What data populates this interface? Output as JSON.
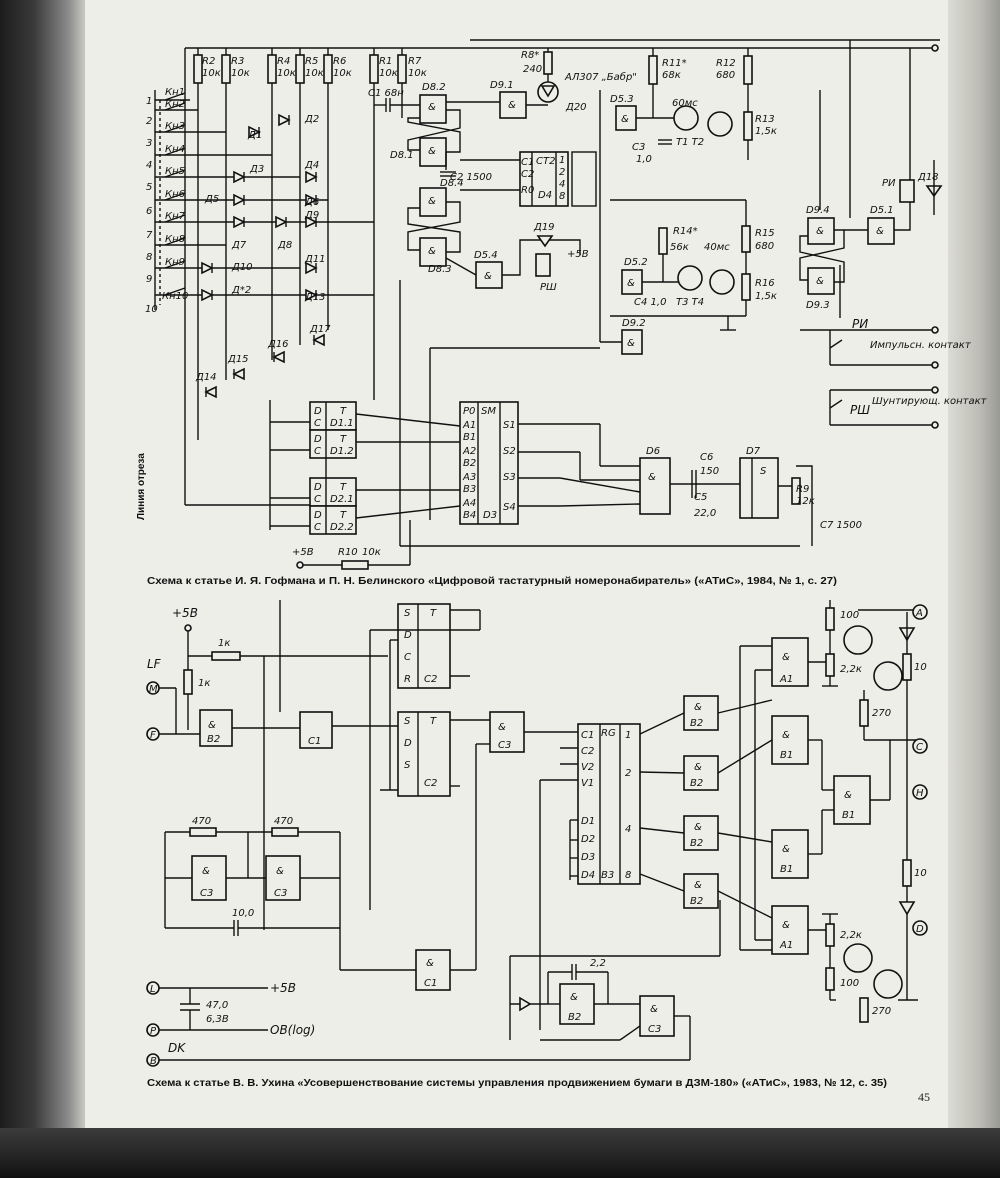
{
  "page_number": "45",
  "side_label": "Линия отреза",
  "captions": {
    "top": "Схема к статье И. Я. Гофмана и П. Н. Белинского «Цифровой тастатурный номеронабиратель» («АТиС», 1984, № 1, с. 27)",
    "bottom": "Схема к статье В. В. Ухина «Усовершенствование системы управления продвижением бумаги в ДЗМ-180» («АТиС», 1983, № 12, с. 35)"
  },
  "schematic1": {
    "resistors": [
      {
        "ref": "R2",
        "val": "10к"
      },
      {
        "ref": "R3",
        "val": "10к"
      },
      {
        "ref": "R4",
        "val": "10к"
      },
      {
        "ref": "R5",
        "val": "10к"
      },
      {
        "ref": "R6",
        "val": "10к"
      },
      {
        "ref": "R1",
        "val": "10к"
      },
      {
        "ref": "R7",
        "val": "10к"
      },
      {
        "ref": "R8*",
        "val": "240"
      },
      {
        "ref": "R11*",
        "val": "68к"
      },
      {
        "ref": "R12",
        "val": "680"
      },
      {
        "ref": "R13",
        "val": "1,5к"
      },
      {
        "ref": "R14*",
        "val": "56к"
      },
      {
        "ref": "R15",
        "val": "680"
      },
      {
        "ref": "R16",
        "val": "1,5к"
      },
      {
        "ref": "R9",
        "val": "12к"
      },
      {
        "ref": "R10",
        "val": "10к"
      }
    ],
    "keys": [
      "Кн1",
      "Кн2",
      "Кн3",
      "Кн4",
      "Кн5",
      "Кн6",
      "Кн7",
      "Кн8",
      "Кн9",
      "Кн10"
    ],
    "key_numbers": [
      "1",
      "2",
      "3",
      "4",
      "5",
      "6",
      "7",
      "8",
      "9",
      "10"
    ],
    "diodes": [
      "Д1",
      "Д2",
      "Д3",
      "Д4",
      "Д5",
      "Д6",
      "Д7",
      "Д8",
      "Д9",
      "Д10",
      "Д11",
      "Д*2",
      "Д13",
      "Д14",
      "Д15",
      "Д16",
      "Д17",
      "Д19",
      "Д18"
    ],
    "chips": {
      "d8_2": "D8.2",
      "d9_1": "D9.1",
      "d8_1": "D8.1",
      "d8_4": "D8.4",
      "d8_3": "D8.3",
      "d4": "D4",
      "ct2": "CT2",
      "d5_4": "D5.4",
      "d5_3": "D5.3",
      "d5_2": "D5.2",
      "d9_4": "D9.4",
      "d9_3": "D9.3",
      "d5_1": "D5.1",
      "d9_2": "D9.2",
      "d1_1": "D1.1",
      "d1_2": "D1.2",
      "d2_1": "D2.1",
      "d2_2": "D2.2",
      "d3": "D3",
      "sm": "SM",
      "d6": "D6",
      "d7": "D7"
    },
    "caps": {
      "c1": "С1 68н",
      "c2": "С2 1500",
      "c3": "С3",
      "c3v": "1,0",
      "c4": "С4 1,0",
      "c5": "С5",
      "c5v": "22,0",
      "c6": "С6",
      "c6v": "150",
      "c7": "С7 1500"
    },
    "led": "АЛ307 „Бабр\"",
    "led_ref": "Д20",
    "t1t2": "Т1 Т2",
    "t3t4": "Т3 Т4",
    "t_60": "60мс",
    "t_40": "40мс",
    "plus5": "+5В",
    "relay_ri": "РИ",
    "relay_rsh": "РШ",
    "pulse_contact": "Импульсн. контакт",
    "shunt_contact": "Шунтирующ. контакт",
    "adder_pins_left": [
      "A1",
      "B1",
      "A2",
      "B2",
      "A3",
      "B3",
      "A4",
      "B4"
    ],
    "adder_pins_right": [
      "S1",
      "S2",
      "S3",
      "S4"
    ],
    "p0": "P0",
    "ct_pins": [
      "C1",
      "C2",
      "R0"
    ],
    "ct_out": [
      "1",
      "2",
      "4",
      "8"
    ],
    "dt": [
      "D",
      "C",
      "T"
    ],
    "and": "&",
    "s_label": "S"
  },
  "schematic2": {
    "terminals": [
      "LF",
      "M",
      "F",
      "L",
      "P",
      "B",
      "A",
      "C",
      "H",
      "D"
    ],
    "ifs": {
      "lf": "LF",
      "dk": "DK",
      "plus5": "+5В",
      "plus5b": "+5В",
      "ob": "OB(log)"
    },
    "resistors": [
      "1к",
      "1к",
      "470",
      "470",
      "100",
      "2,2к",
      "270",
      "10",
      "10",
      "2,2к",
      "100",
      "270"
    ],
    "caps": [
      "10,0",
      "47,0",
      "6,3В",
      "2,2"
    ],
    "chips": {
      "b2": "B2",
      "c1": "C1",
      "c2": "C2",
      "c3": "C3",
      "b1": "B1",
      "a1": "A1",
      "b3": "B3",
      "rg": "RG"
    },
    "rg_pins": [
      "C1",
      "C2",
      "V2",
      "V1",
      "D1",
      "D2",
      "D3",
      "D4"
    ],
    "rg_out": [
      "1",
      "2",
      "4",
      "8"
    ],
    "tsd": [
      "S",
      "T",
      "D",
      "C",
      "R",
      "S",
      "D",
      "S"
    ]
  }
}
